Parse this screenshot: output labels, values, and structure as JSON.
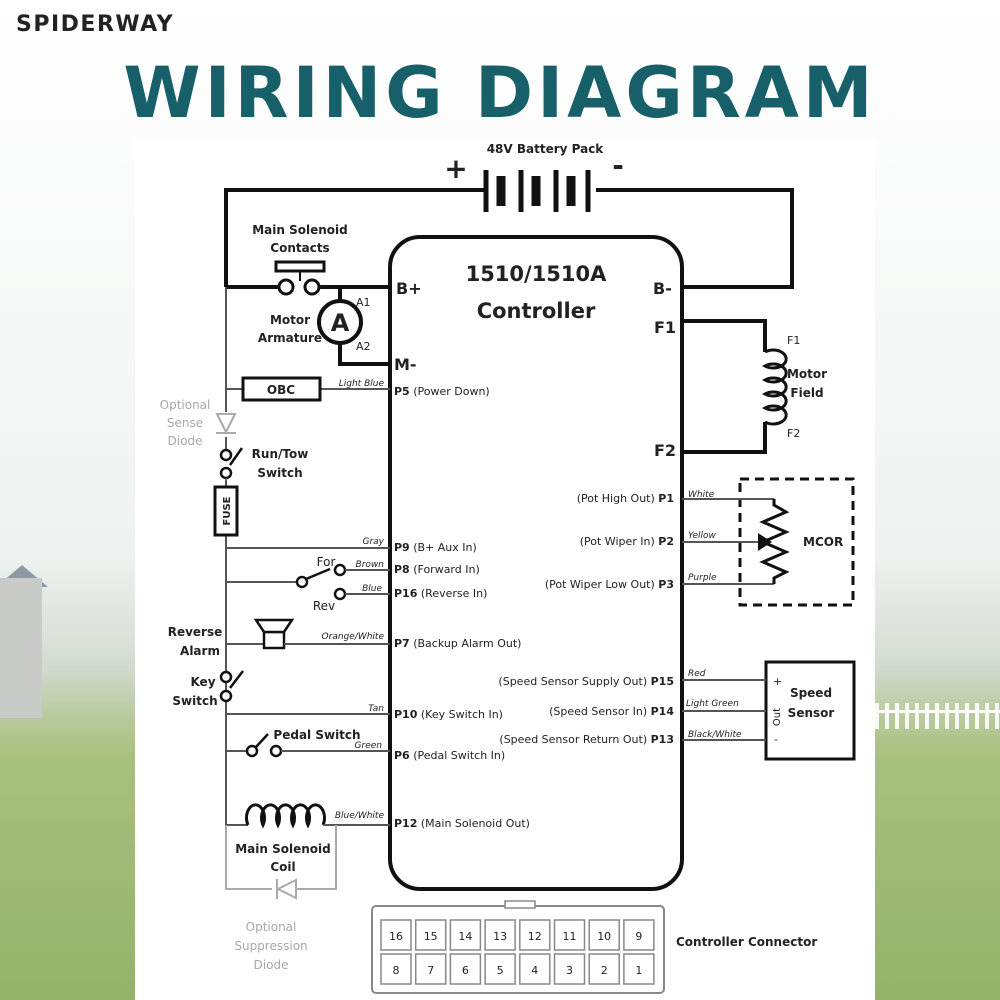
{
  "brand": {
    "logo": "SPIDERWAY"
  },
  "header": {
    "title": "WIRING DIAGRAM"
  },
  "battery": {
    "label": "48V Battery Pack",
    "plus": "+",
    "minus": "-"
  },
  "controller": {
    "line1": "1510/1510A",
    "line2": "Controller"
  },
  "left_terminals": {
    "bplus": "B+",
    "mminus": "M-"
  },
  "right_terminals": {
    "bminus": "B-",
    "f1": "F1",
    "f2": "F2"
  },
  "components": {
    "main_solenoid_contacts": [
      "Main Solenoid",
      "Contacts"
    ],
    "motor_armature": [
      "Motor",
      "Armature"
    ],
    "ammeter": "A",
    "a1": "A1",
    "a2": "A2",
    "obc": "OBC",
    "optional_sense_diode": [
      "Optional",
      "Sense",
      "Diode"
    ],
    "run_tow_switch": [
      "Run/Tow",
      "Switch"
    ],
    "fuse": "FUSE",
    "for": "For",
    "rev": "Rev",
    "reverse_alarm": [
      "Reverse",
      "Alarm"
    ],
    "key_switch": [
      "Key",
      "Switch"
    ],
    "pedal_switch": "Pedal Switch",
    "main_solenoid_coil": [
      "Main Solenoid",
      "Coil"
    ],
    "optional_suppression_diode": [
      "Optional",
      "Suppression",
      "Diode"
    ],
    "motor_field": [
      "Motor",
      "Field"
    ],
    "field_f1": "F1",
    "field_f2": "F2",
    "mcor": "MCOR",
    "speed_sensor": [
      "Speed",
      "Sensor"
    ],
    "ss_plus": "+",
    "ss_out": "Out",
    "ss_minus": "-"
  },
  "left_pins": [
    {
      "wire": "Light Blue",
      "pin": "P5",
      "desc": "(Power Down)"
    },
    {
      "wire": "Gray",
      "pin": "P9",
      "desc": "(B+ Aux In)"
    },
    {
      "wire": "Brown",
      "pin": "P8",
      "desc": "(Forward In)"
    },
    {
      "wire": "Blue",
      "pin": "P16",
      "desc": "(Reverse In)"
    },
    {
      "wire": "Orange/White",
      "pin": "P7",
      "desc": "(Backup Alarm Out)"
    },
    {
      "wire": "Tan",
      "pin": "P10",
      "desc": "(Key Switch In)"
    },
    {
      "wire": "Green",
      "pin": "P6",
      "desc": "(Pedal Switch In)"
    },
    {
      "wire": "Blue/White",
      "pin": "P12",
      "desc": "(Main Solenoid Out)"
    }
  ],
  "right_pins": [
    {
      "desc": "(Pot High Out)",
      "pin": "P1",
      "wire": "White"
    },
    {
      "desc": "(Pot Wiper In)",
      "pin": "P2",
      "wire": "Yellow"
    },
    {
      "desc": "(Pot Wiper Low Out)",
      "pin": "P3",
      "wire": "Purple"
    },
    {
      "desc": "(Speed Sensor Supply Out)",
      "pin": "P15",
      "wire": "Red"
    },
    {
      "desc": "(Speed Sensor In)",
      "pin": "P14",
      "wire": "Light Green"
    },
    {
      "desc": "(Speed Sensor Return Out)",
      "pin": "P13",
      "wire": "Black/White"
    }
  ],
  "connector": {
    "label": "Controller Connector",
    "top_row": [
      "16",
      "15",
      "14",
      "13",
      "12",
      "11",
      "10",
      "9"
    ],
    "bottom_row": [
      "8",
      "7",
      "6",
      "5",
      "4",
      "3",
      "2",
      "1"
    ]
  }
}
